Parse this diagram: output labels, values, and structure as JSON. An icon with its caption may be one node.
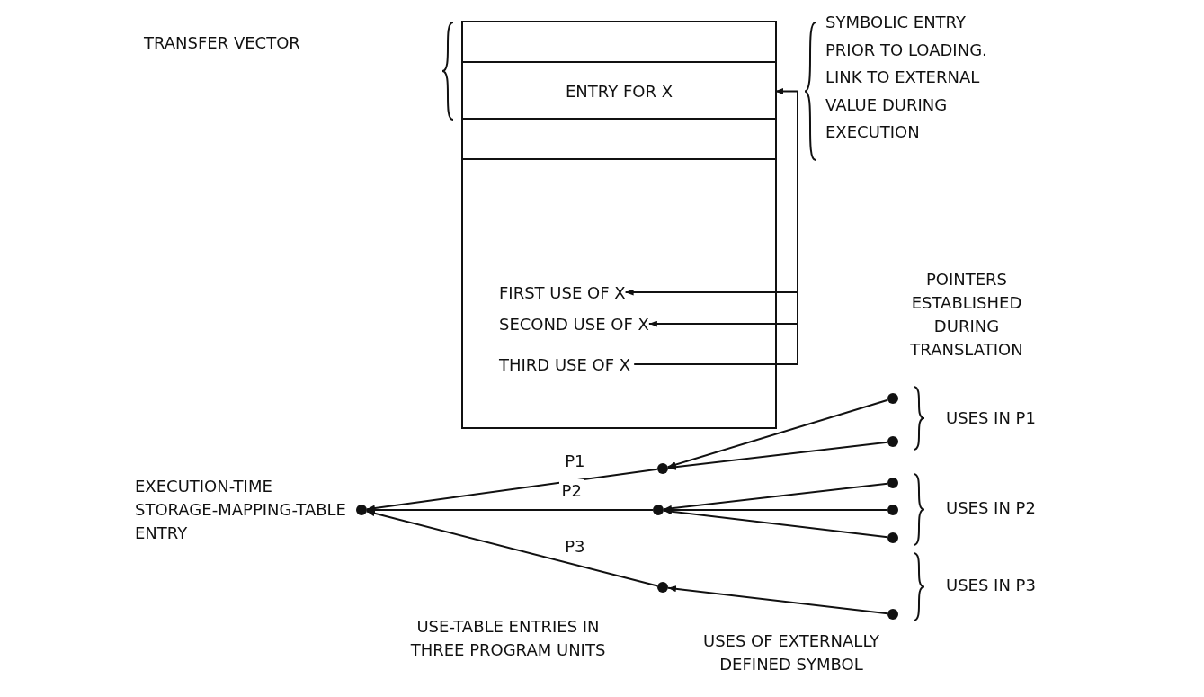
{
  "diagram": {
    "nodes": [
      {
        "text": [],
        "shape": "box"
      },
      {
        "text": [],
        "shape": "box",
        "in": 0
      },
      {
        "text": [
          "ENTRY FOR X"
        ],
        "in": 0
      },
      {
        "text": [],
        "shape": "box",
        "in": 0
      },
      {
        "text": [],
        "shape": "box",
        "in": 0
      },
      {
        "text": [
          "FIRST USE OF X"
        ],
        "in": 4
      },
      {
        "text": [
          "SECOND USE OF X"
        ],
        "in": 4
      },
      {
        "text": [
          "THIRD USE OF X"
        ],
        "in": 4
      },
      {
        "text": [],
        "shape": "circle",
        "beside": [
          "EXECUTION-TIME STORAGE-MAPPING-TABLE ENTRY"
        ]
      },
      {
        "text": [],
        "shape": "circle"
      },
      {
        "text": [],
        "shape": "circle"
      },
      {
        "text": [],
        "shape": "circle"
      },
      {
        "text": [],
        "shape": "circle"
      },
      {
        "text": [],
        "shape": "circle"
      },
      {
        "text": [],
        "shape": "circle"
      },
      {
        "text": [],
        "shape": "circle"
      },
      {
        "text": [],
        "shape": "circle"
      },
      {
        "text": [],
        "shape": "circle"
      }
    ],
    "edges": [
      {
        "from": 7,
        "to": 6,
        "arrow": "to"
      },
      {
        "from": 6,
        "to": 5,
        "arrow": "to"
      },
      {
        "from": 5,
        "to": 2,
        "arrow": "to"
      },
      {
        "from": 9,
        "to": 8,
        "label": "P1",
        "arrow": "to"
      },
      {
        "from": 10,
        "to": 8,
        "label": "P2",
        "arrow": "to"
      },
      {
        "from": 11,
        "to": 8,
        "label": "P3",
        "arrow": "to"
      },
      {
        "from": 12,
        "to": 9,
        "arrow": "to"
      },
      {
        "from": 13,
        "to": 9,
        "arrow": "to"
      },
      {
        "from": 14,
        "to": 10,
        "arrow": "to"
      },
      {
        "from": 15,
        "to": 10,
        "arrow": "to"
      },
      {
        "from": 16,
        "to": 10,
        "arrow": "to"
      },
      {
        "from": 17,
        "to": 11,
        "arrow": "to"
      }
    ],
    "labels": [
      "TRANSFER VECTOR",
      "SYMBOLIC ENTRY PRIOR TO LOADING. LINK TO EXTERNAL VALUE DURING EXECUTION",
      "POINTERS ESTABLISHED DURING TRANSLATION",
      "USES IN P1",
      "USES IN P2",
      "USES IN P3",
      "USE-TABLE ENTRIES IN THREE PROGRAM UNITS",
      "USES OF EXTERNALLY DEFINED SYMBOL"
    ]
  }
}
